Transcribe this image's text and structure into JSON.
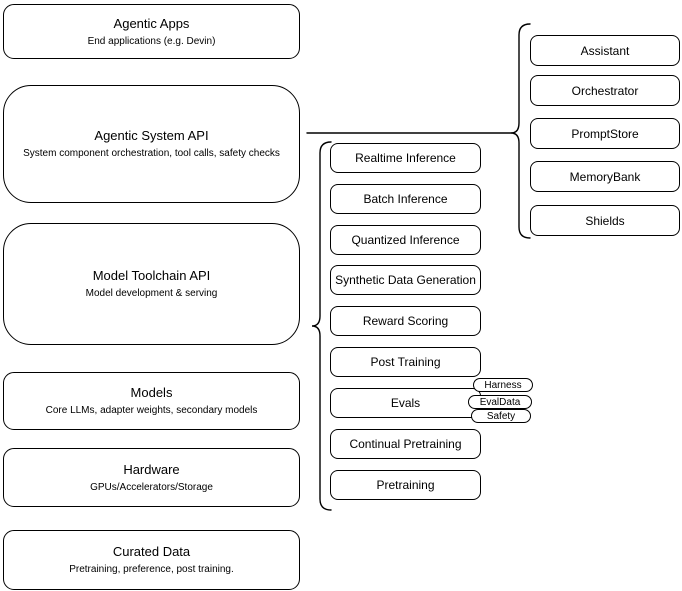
{
  "stack": {
    "layers": [
      {
        "title": "Agentic Apps",
        "subtitle": "End applications (e.g. Devin)"
      },
      {
        "title": "Agentic System API",
        "subtitle": "System component orchestration, tool calls, safety checks"
      },
      {
        "title": "Model Toolchain API",
        "subtitle": "Model development & serving"
      },
      {
        "title": "Models",
        "subtitle": "Core LLMs, adapter weights, secondary models"
      },
      {
        "title": "Hardware",
        "subtitle": "GPUs/Accelerators/Storage"
      },
      {
        "title": "Curated Data",
        "subtitle": "Pretraining, preference, post training."
      }
    ]
  },
  "toolchain_api_components": {
    "items": [
      {
        "label": "Realtime Inference"
      },
      {
        "label": "Batch Inference"
      },
      {
        "label": "Quantized Inference"
      },
      {
        "label": "Synthetic Data Generation"
      },
      {
        "label": "Reward Scoring"
      },
      {
        "label": "Post Training"
      },
      {
        "label": "Evals"
      },
      {
        "label": "Continual Pretraining"
      },
      {
        "label": "Pretraining"
      }
    ],
    "evals_tags": [
      {
        "label": "Harness"
      },
      {
        "label": "EvalData"
      },
      {
        "label": "Safety"
      }
    ]
  },
  "system_api_components": {
    "items": [
      {
        "label": "Assistant"
      },
      {
        "label": "Orchestrator"
      },
      {
        "label": "PromptStore"
      },
      {
        "label": "MemoryBank"
      },
      {
        "label": "Shields"
      }
    ]
  },
  "colors": {
    "stroke": "#000000",
    "fill": "#ffffff",
    "text": "#000000",
    "background": "#ffffff"
  }
}
